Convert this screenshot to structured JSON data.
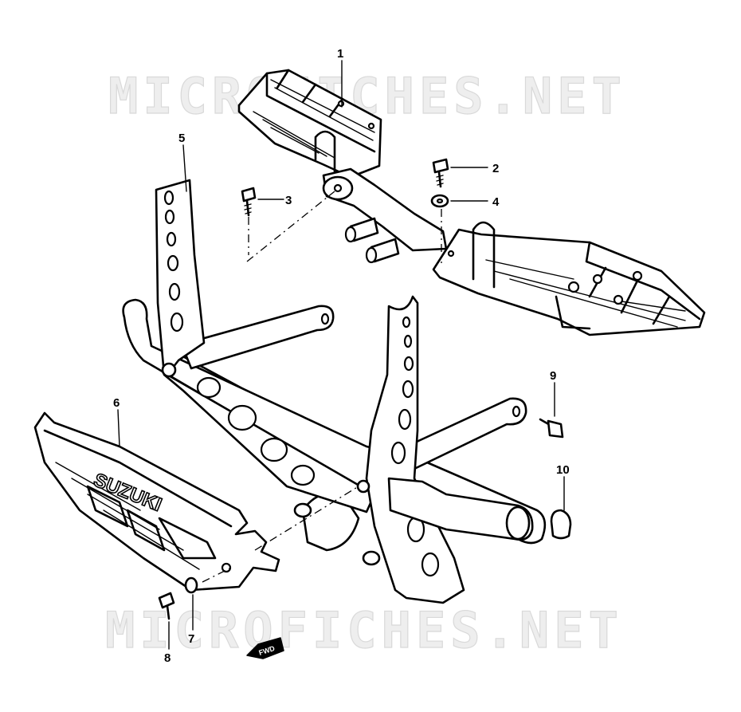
{
  "watermarks": [
    "MICROFICHES.NET",
    "MICROFICHES.NET"
  ],
  "brand_text": "SUZUKI",
  "forward_arrow_text": "FWD",
  "callouts": [
    "1",
    "2",
    "3",
    "4",
    "5",
    "6",
    "7",
    "8",
    "9",
    "10"
  ]
}
